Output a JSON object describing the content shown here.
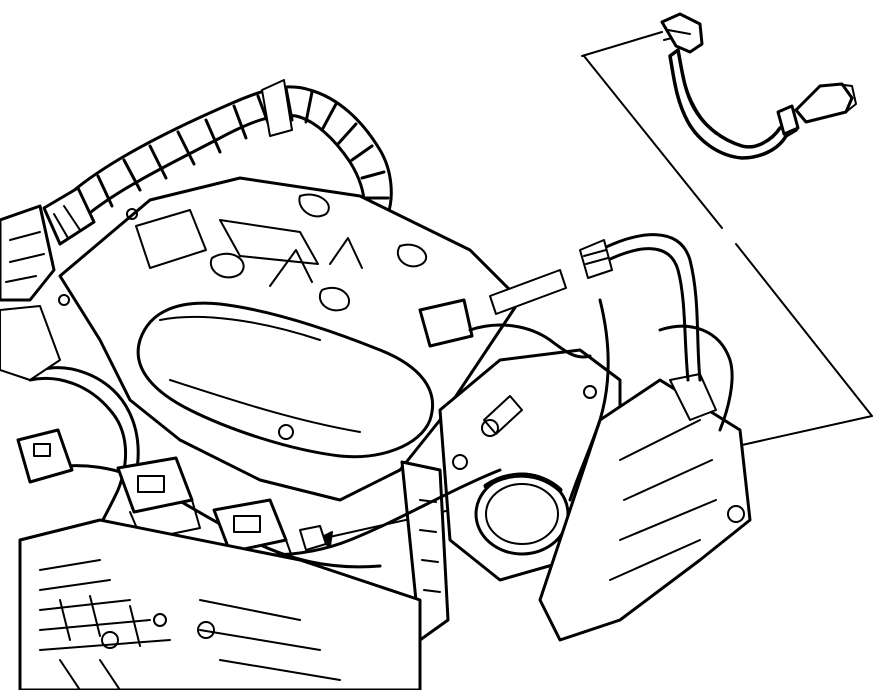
{
  "figure": {
    "colors": {
      "ink": "#000000",
      "paper": "#ffffff"
    },
    "components": [
      {
        "id": "engine-assembly"
      },
      {
        "id": "pcv-hose-detail"
      },
      {
        "id": "callout-leaders"
      },
      {
        "id": "throttle-body"
      },
      {
        "id": "ignition-coil-1"
      },
      {
        "id": "ignition-coil-2"
      },
      {
        "id": "ignition-coil-3"
      }
    ]
  }
}
